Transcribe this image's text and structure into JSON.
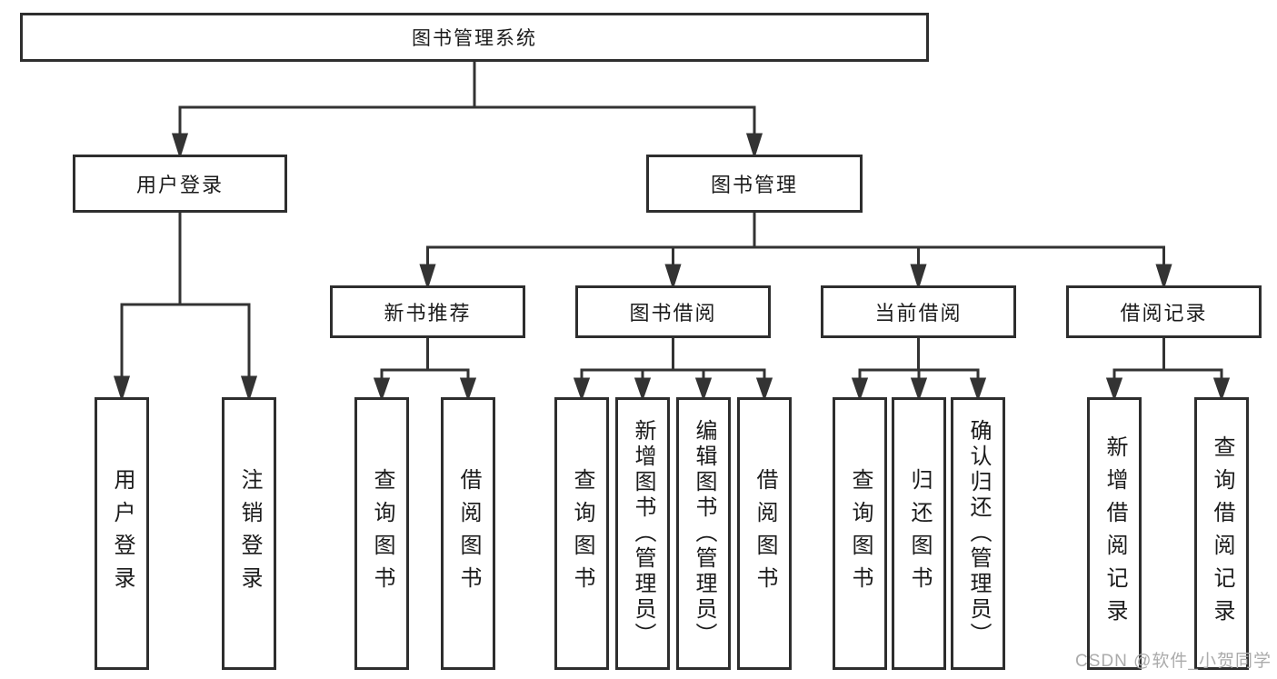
{
  "tree": {
    "id": "system",
    "label": "图书管理系统",
    "children": [
      {
        "id": "user-login",
        "label": "用户登录",
        "children": [
          {
            "id": "login",
            "label": "用户登录"
          },
          {
            "id": "logout",
            "label": "注销登录"
          }
        ]
      },
      {
        "id": "book-management",
        "label": "图书管理",
        "children": [
          {
            "id": "new-book-recommend",
            "label": "新书推荐",
            "children": [
              {
                "id": "query-book-1",
                "label": "查询图书"
              },
              {
                "id": "borrow-book-1",
                "label": "借阅图书"
              }
            ]
          },
          {
            "id": "book-borrow",
            "label": "图书借阅",
            "children": [
              {
                "id": "query-book-2",
                "label": "查询图书"
              },
              {
                "id": "add-book-admin",
                "label": "新增图书（管理员）"
              },
              {
                "id": "edit-book-admin",
                "label": "编辑图书（管理员）"
              },
              {
                "id": "borrow-book-2",
                "label": "借阅图书"
              }
            ]
          },
          {
            "id": "current-borrow",
            "label": "当前借阅",
            "children": [
              {
                "id": "query-book-3",
                "label": "查询图书"
              },
              {
                "id": "return-book",
                "label": "归还图书"
              },
              {
                "id": "confirm-return-admin",
                "label": "确认归还（管理员）"
              }
            ]
          },
          {
            "id": "borrow-records",
            "label": "借阅记录",
            "children": [
              {
                "id": "add-borrow-record",
                "label": "新增借阅记录"
              },
              {
                "id": "query-borrow-record",
                "label": "查询借阅记录"
              }
            ]
          }
        ]
      }
    ]
  },
  "watermark": {
    "text": "CSDN @软件_小贺同学"
  },
  "colors": {
    "line": "#333333",
    "box_border": "#2e2e2e",
    "text": "#1b1b1b",
    "watermark": "#ababab",
    "background": "#ffffff"
  }
}
